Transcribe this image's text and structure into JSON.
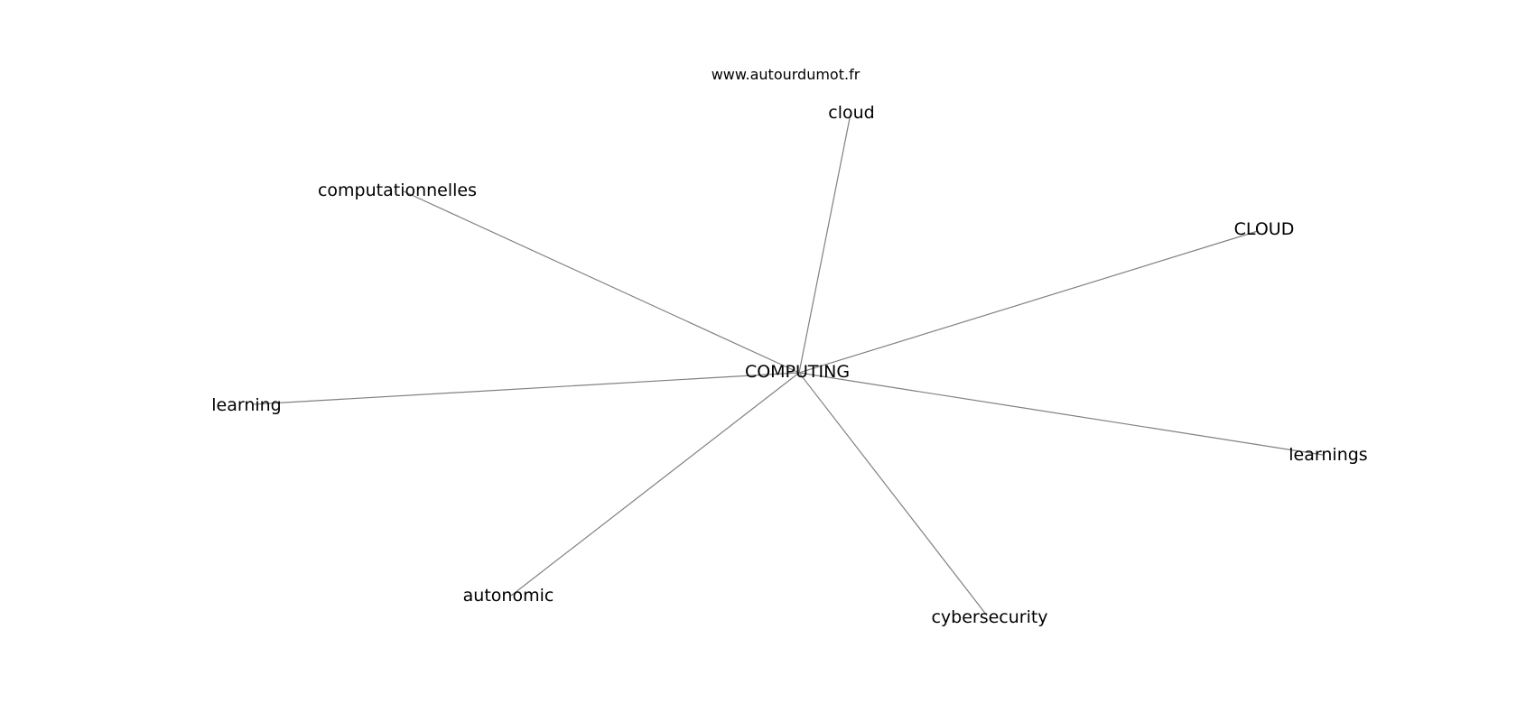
{
  "source_label": "www.autourdumot.fr",
  "graph": {
    "center": {
      "id": "center",
      "label": "COMPUTING"
    },
    "nodes": [
      {
        "id": "cloud",
        "label": "cloud"
      },
      {
        "id": "computationnelles",
        "label": "computationnelles"
      },
      {
        "id": "cloud-upper",
        "label": "CLOUD"
      },
      {
        "id": "learning",
        "label": "learning"
      },
      {
        "id": "learnings",
        "label": "learnings"
      },
      {
        "id": "autonomic",
        "label": "autonomic"
      },
      {
        "id": "cybersecurity",
        "label": "cybersecurity"
      }
    ],
    "edges": [
      [
        "center",
        "cloud"
      ],
      [
        "center",
        "computationnelles"
      ],
      [
        "center",
        "cloud-upper"
      ],
      [
        "center",
        "learning"
      ],
      [
        "center",
        "learnings"
      ],
      [
        "center",
        "autonomic"
      ],
      [
        "center",
        "cybersecurity"
      ]
    ],
    "edge_color": "#808080"
  }
}
